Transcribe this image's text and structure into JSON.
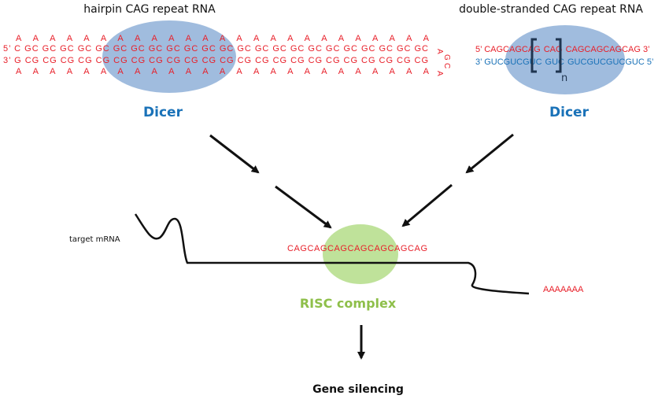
{
  "hairpin": {
    "title": "hairpin CAG repeat RNA",
    "top_loop": "A A A A A A A A A A A A A A A A A A A A A A A A A",
    "strand_5": "5’ C GC GC GC GC GC GC GC GC GC GC GC GC GC GC GC GC GC GC GC GC GC GC GC",
    "strand_3": "3’ G CG CG CG CG CG CG CG CG CG CG CG CG CG CG CG CG CG CG CG CG CG CG CG",
    "bottom_loop": "A A A A A A A A A A A A A A A A A A A A A A A A A",
    "loop_letters": [
      "A",
      "G",
      "C",
      "A"
    ],
    "enzyme": "Dicer"
  },
  "double_stranded": {
    "title": "double-stranded CAG repeat RNA",
    "sense_5": "5’ CAGCAGCAG",
    "sense_mid": "CAG",
    "sense_3": "CAGCAGCAGCAG 3’",
    "anti_3": "3’ GUCGUCGUC",
    "anti_mid": "GUC",
    "anti_5": "GUCGUCGUCGUC 5’",
    "repeat_n": "n",
    "enzyme": "Dicer"
  },
  "risc": {
    "target_label": "target mRNA",
    "guide_seq": "CAGCAGCAGCAGCAGCAGCAG",
    "poly_a": "AAAAAAA",
    "label": "RISC complex"
  },
  "outcome": "Gene silencing",
  "colors": {
    "red": "#e8202a",
    "blue": "#1a72b8",
    "dicer_ellipse": "#8fb0d8",
    "risc_ellipse": "#bfe29a",
    "risc_label": "#8ebf4a"
  }
}
